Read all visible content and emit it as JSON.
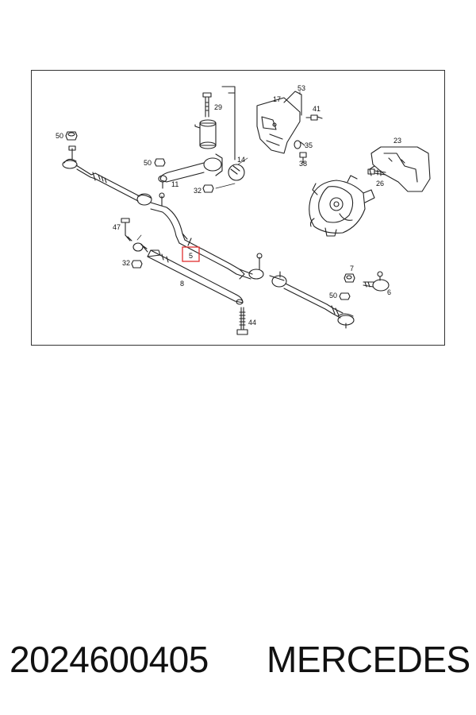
{
  "diagram": {
    "callouts": {
      "c53": "53",
      "c17": "17",
      "c41": "41",
      "c29": "29",
      "c50a": "50",
      "c50b": "50",
      "c50c": "50",
      "c35": "35",
      "c38": "38",
      "c14": "14",
      "c11": "11",
      "c32a": "32",
      "c32b": "32",
      "c23": "23",
      "c26": "26",
      "c47": "47",
      "c5": "5",
      "c8": "8",
      "c7": "7",
      "c6": "6",
      "c44": "44"
    },
    "highlight_color": "#e03030"
  },
  "footer": {
    "part_number": "2024600405",
    "brand": "MERCEDES"
  }
}
